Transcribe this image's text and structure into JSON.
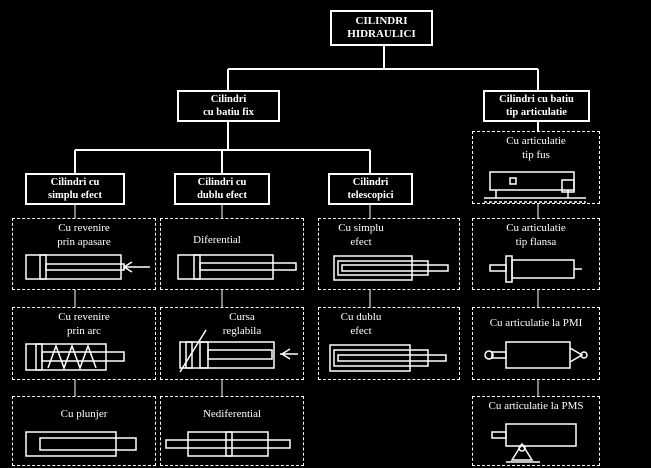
{
  "root": {
    "line1": "CILINDRI",
    "line2": "HIDRAULICI"
  },
  "branch_fix": {
    "line1": "Cilindri",
    "line2": "cu batiu fix"
  },
  "branch_art": {
    "line1": "Cilindri cu batiu",
    "line2": "tip articulatie"
  },
  "col_simplu": {
    "line1": "Cilindri cu",
    "line2": "simplu efect"
  },
  "col_dublu": {
    "line1": "Cilindri cu",
    "line2": "dublu efect"
  },
  "col_telescop": {
    "line1": "Cilindri",
    "line2": "telescopici"
  },
  "simplu_items": [
    {
      "line1": "Cu revenire",
      "line2": "prin apasare"
    },
    {
      "line1": "Cu revenire",
      "line2": "prin arc"
    },
    {
      "line1": "Cu plunjer",
      "line2": ""
    }
  ],
  "dublu_items": [
    {
      "line1": "Diferential",
      "line2": ""
    },
    {
      "line1": "Cursa",
      "line2": "reglabila"
    },
    {
      "line1": "Nediferential",
      "line2": ""
    }
  ],
  "telescop_items": [
    {
      "line1": "Cu simplu",
      "line2": "efect"
    },
    {
      "line1": "Cu dublu",
      "line2": "efect"
    }
  ],
  "art_items": [
    {
      "line1": "Cu articulatie",
      "line2": "tip fus"
    },
    {
      "line1": "Cu articulatie",
      "line2": "tip flansa"
    },
    {
      "line1": "Cu articulatie la PMI",
      "line2": ""
    },
    {
      "line1": "Cu articulatie la PMS",
      "line2": ""
    }
  ]
}
